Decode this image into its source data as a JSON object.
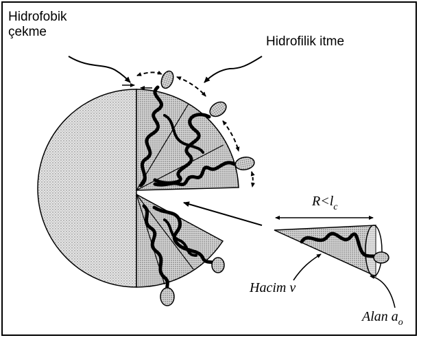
{
  "labels": {
    "hydrophobic_line1": "Hidrofobik",
    "hydrophobic_line2": "çekme",
    "hydrophilic": "Hidrofilik itme",
    "length_main": "R<l",
    "length_sub": "c",
    "volume": "Hacim v",
    "area_main": "Alan a",
    "area_sub": "o"
  },
  "colors": {
    "stroke": "#000000",
    "fill_light": "#d9d9d9",
    "background": "#ffffff"
  },
  "icons": {
    "double_arrow": "double-headed-arrow",
    "pointer_arrow": "pointer-arrow",
    "molecule": "surfactant-molecule"
  }
}
